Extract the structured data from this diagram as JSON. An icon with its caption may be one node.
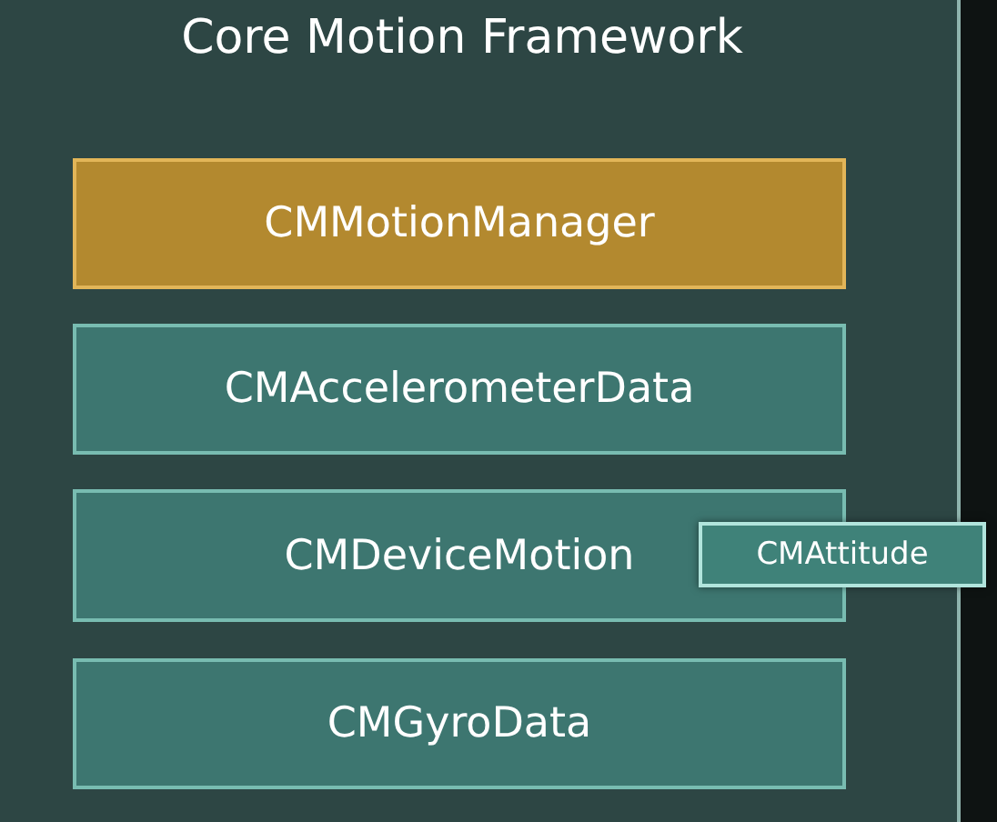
{
  "diagram": {
    "title": "Core Motion Framework",
    "nodes": [
      {
        "text": [
          "CMMotionManager"
        ]
      },
      {
        "text": [
          "CMAccelerometerData"
        ]
      },
      {
        "text": [
          "CMDeviceMotion"
        ]
      },
      {
        "text": [
          "CMAttitude"
        ]
      },
      {
        "text": [
          "CMGyroData"
        ]
      }
    ]
  }
}
